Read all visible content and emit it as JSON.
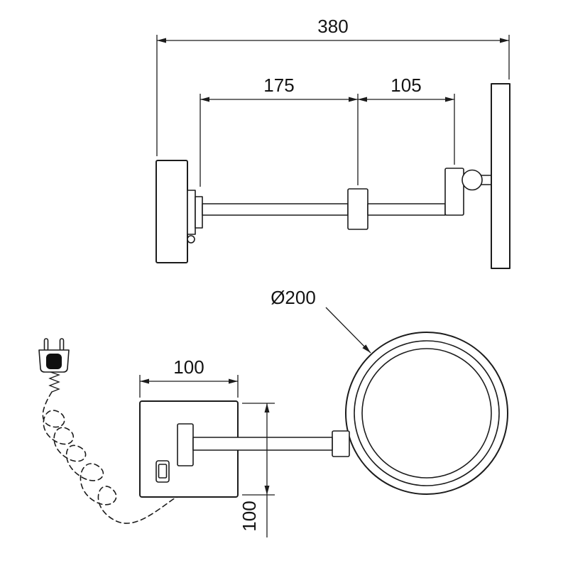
{
  "side_view": {
    "overall_width": "380",
    "arm_length_inner": "175",
    "arm_length_outer": "105"
  },
  "front_view": {
    "mirror_diameter": "Ø200",
    "plate_width": "100",
    "plate_height": "100"
  },
  "colors": {
    "line": "#1c1c1c",
    "background": "#ffffff"
  }
}
